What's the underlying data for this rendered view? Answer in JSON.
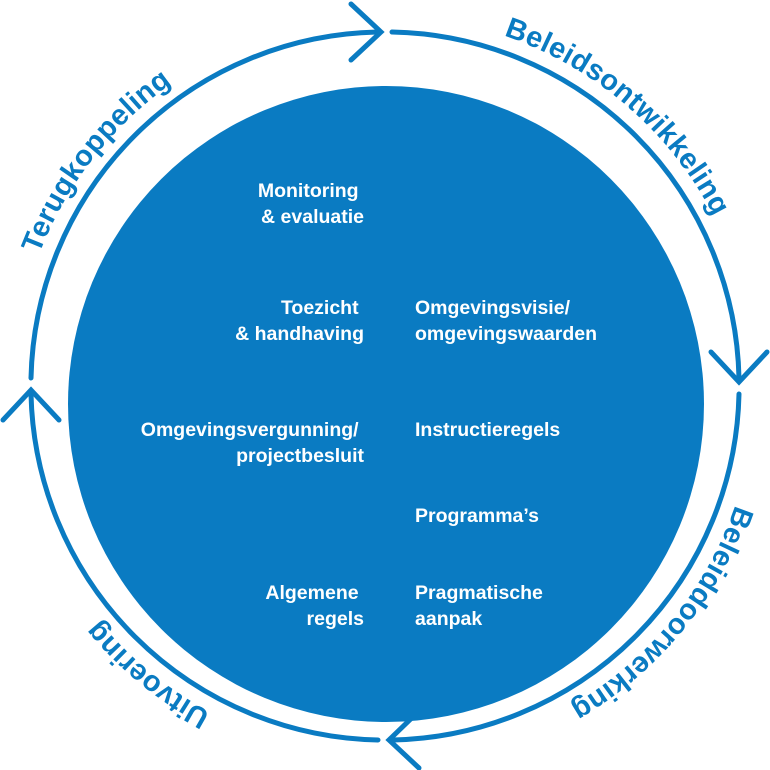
{
  "colors": {
    "primary": "#0a7bc2",
    "text_inner": "#ffffff",
    "background": "#ffffff"
  },
  "cycle": {
    "stages": [
      {
        "label": "Beleidsontwikkeling"
      },
      {
        "label": "Beleiddoorwerking"
      },
      {
        "label": "Uitvoering"
      },
      {
        "label": "Terugkoppeling"
      }
    ],
    "arrow_direction": "clockwise"
  },
  "inner": {
    "left": [
      {
        "lines": [
          "Monitoring",
          "& evaluatie"
        ]
      },
      {
        "lines": [
          "Toezicht",
          "& handhaving"
        ]
      },
      {
        "lines": [
          "Omgevingsvergunning/",
          "projectbesluit"
        ]
      },
      {
        "lines": [
          "Algemene",
          "regels"
        ]
      }
    ],
    "right": [
      {
        "lines": [
          "Omgevingsvisie/",
          "omgevingswaarden"
        ]
      },
      {
        "lines": [
          "Instructieregels"
        ]
      },
      {
        "lines": [
          "Programma’s"
        ]
      },
      {
        "lines": [
          "Pragmatische",
          "aanpak"
        ]
      }
    ]
  }
}
